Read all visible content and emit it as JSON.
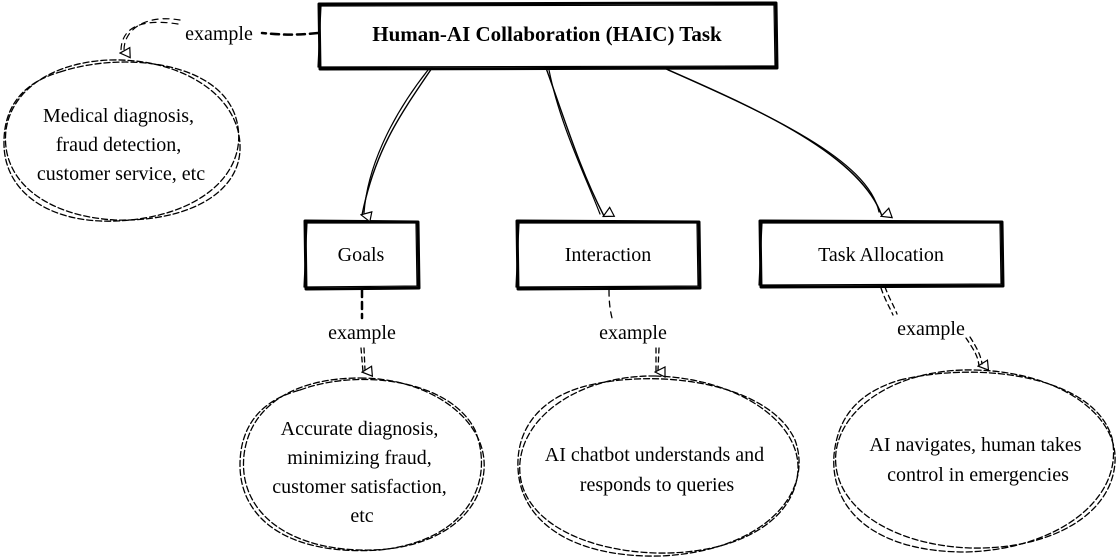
{
  "nodes": {
    "root": {
      "label": "Human-AI Collaboration (HAIC) Task"
    },
    "goals": {
      "label": "Goals"
    },
    "interaction": {
      "label": "Interaction"
    },
    "task_allocation": {
      "label": "Task Allocation"
    }
  },
  "examples": {
    "root": {
      "lines": [
        "Medical diagnosis,",
        "fraud detection,",
        "customer service, etc"
      ]
    },
    "goals": {
      "lines": [
        "Accurate diagnosis,",
        "minimizing fraud,",
        "customer satisfaction,",
        "etc"
      ]
    },
    "interaction": {
      "lines": [
        "AI chatbot understands and",
        "responds to queries"
      ]
    },
    "task_allocation": {
      "lines": [
        "AI navigates, human takes",
        "control in emergencies"
      ]
    }
  },
  "edge_labels": {
    "root_example": "example",
    "goals_example": "example",
    "interaction_example": "example",
    "task_allocation_example": "example"
  }
}
